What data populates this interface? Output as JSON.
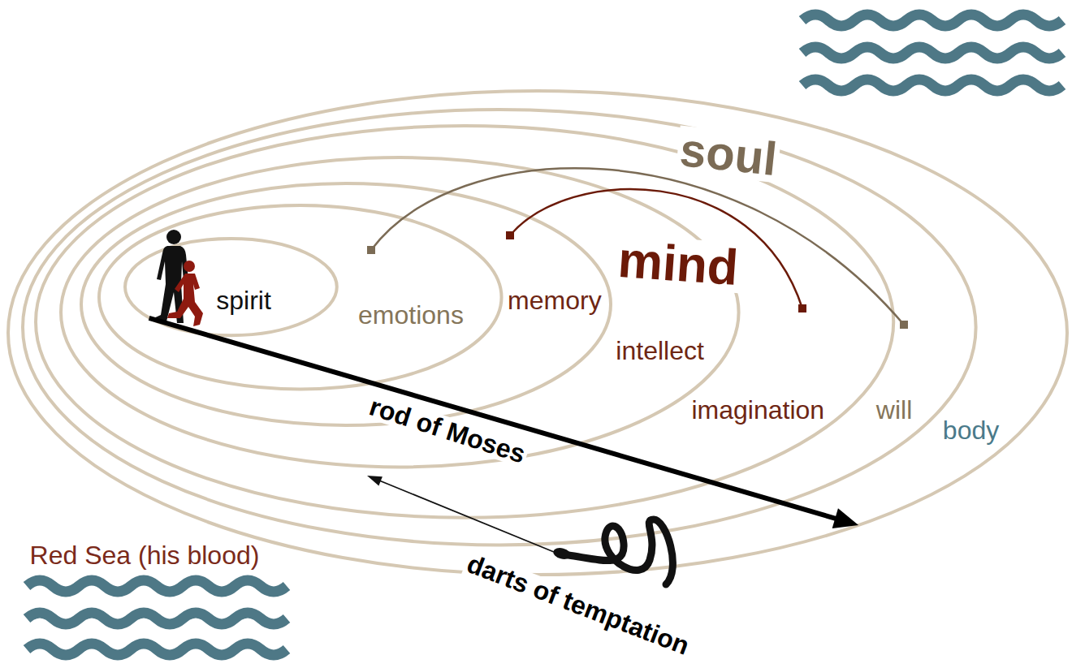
{
  "diagram": {
    "nodes": [
      {
        "text": [
          "body"
        ]
      },
      {
        "text": [
          "will"
        ],
        "in": 0
      },
      {
        "text": [
          "imagination"
        ],
        "in": 1
      },
      {
        "text": [
          "intellect"
        ],
        "in": 2
      },
      {
        "text": [
          "memory"
        ],
        "in": 3
      },
      {
        "text": [
          "emotions"
        ],
        "in": 4
      },
      {
        "text": [
          "spirit"
        ],
        "in": 5
      }
    ],
    "edges": [
      {
        "from": 6,
        "to": 0,
        "arrow": "to",
        "label": "rod of Moses"
      }
    ],
    "labels": [
      "soul",
      "mind",
      "darts of temptation",
      "Red Sea (his blood)"
    ]
  }
}
